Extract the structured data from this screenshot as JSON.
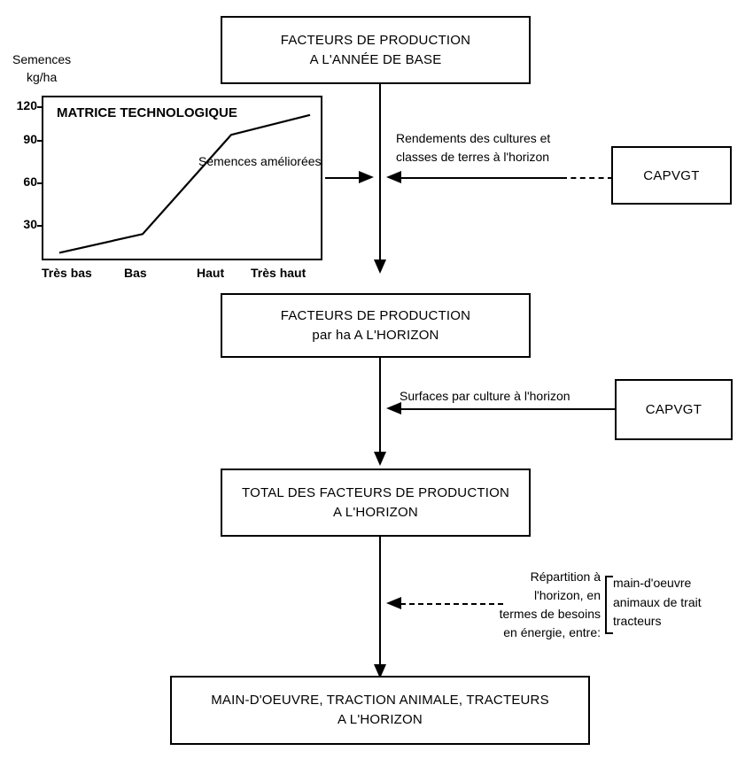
{
  "diagram": {
    "boxes": [
      {
        "id": "facteurs-annee-base",
        "line1": "FACTEURS DE PRODUCTION",
        "line2": "A L'ANNÉE DE BASE"
      },
      {
        "id": "facteurs-par-ha-horizon",
        "line1": "FACTEURS DE PRODUCTION",
        "line2": "par ha  A L'HORIZON"
      },
      {
        "id": "total-facteurs-horizon",
        "line1": "TOTAL DES FACTEURS DE PRODUCTION",
        "line2": "A L'HORIZON"
      },
      {
        "id": "main-oeuvre-horizon",
        "line1": "MAIN-D'OEUVRE, TRACTION ANIMALE, TRACTEURS",
        "line2": "A L'HORIZON"
      }
    ],
    "side_boxes": [
      {
        "id": "capvgt-1",
        "label": "CAPVGT"
      },
      {
        "id": "capvgt-2",
        "label": "CAPVGT"
      }
    ],
    "edge_labels": [
      {
        "id": "rendements",
        "line1": "Rendements des cultures et",
        "line2": "classes de terres à l'horizon"
      },
      {
        "id": "surfaces",
        "line1": "Surfaces par culture à l'horizon"
      },
      {
        "id": "repartition",
        "line1": "Répartition à",
        "line2": "l'horizon, en",
        "line3": "termes de besoins",
        "line4": "en énergie, entre:"
      }
    ],
    "bracket_items": [
      "main-d'oeuvre",
      "animaux de trait",
      "tracteurs"
    ]
  },
  "chart_data": {
    "type": "line",
    "title_line1": "MATRICE",
    "title_line2": "TECHNOLOGIQUE",
    "ylabel_line1": "Semences",
    "ylabel_line2": "kg/ha",
    "categories": [
      "Très bas",
      "Bas",
      "Haut",
      "Très haut"
    ],
    "values": [
      2,
      18,
      103,
      120
    ],
    "yticks": [
      30,
      60,
      90,
      120
    ],
    "ylim": [
      0,
      132
    ],
    "grid": false,
    "series_annotation_line1": "Semences",
    "series_annotation_line2": "améliorées",
    "xlabel": "",
    "ylabel": "Semences kg/ha"
  },
  "colors": {
    "stroke": "#000000",
    "background": "#ffffff"
  }
}
